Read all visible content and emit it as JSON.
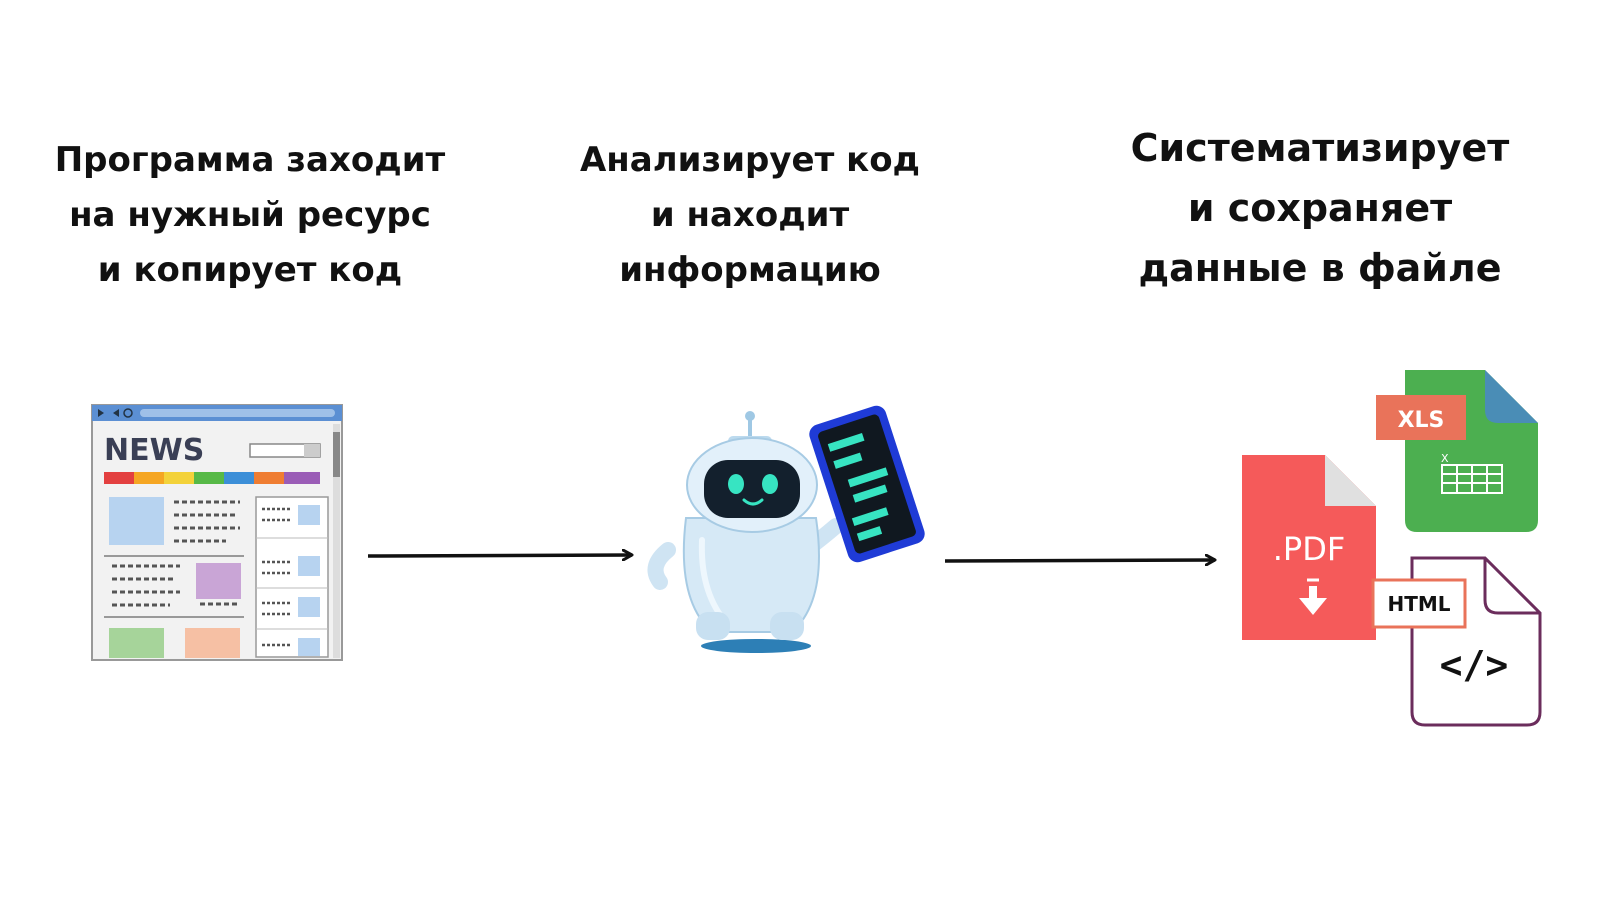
{
  "steps": [
    {
      "lines": [
        "Программа заходит",
        "на нужный ресурс",
        "и копирует код"
      ]
    },
    {
      "lines": [
        "Анализирует код",
        "и находит",
        "информацию"
      ]
    },
    {
      "lines": [
        "Систематизирует",
        "и сохраняет",
        "данные в файле"
      ]
    }
  ],
  "illustrations": {
    "browser": {
      "icon": "news-browser-icon",
      "logo_text": "NEWS"
    },
    "robot": {
      "icon": "robot-with-tablet-icon"
    },
    "files": [
      {
        "icon": "xls-file-icon",
        "label": "XLS",
        "color": "#4caf50"
      },
      {
        "icon": "pdf-file-icon",
        "label": ".PDF",
        "color": "#f55a5a"
      },
      {
        "icon": "html-file-icon",
        "label": "HTML",
        "code": "</>",
        "color": "#6b2d5c"
      }
    ]
  },
  "arrows": [
    "arrow-1-to-2",
    "arrow-2-to-3"
  ]
}
